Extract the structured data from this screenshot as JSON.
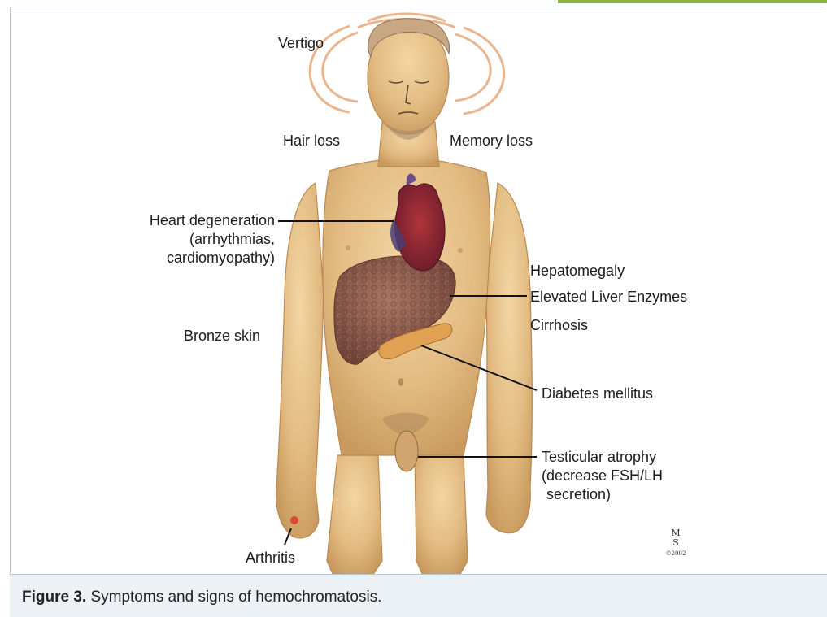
{
  "colors": {
    "top_accent": "#8db13d",
    "caption_band": "#ecf1f6",
    "frame_border": "#b9c6d3",
    "skin": "#e6c28a"
  },
  "labels": {
    "vertigo": "Vertigo",
    "hair_loss": "Hair loss",
    "memory_loss": "Memory loss",
    "heart_1": "Heart degeneration",
    "heart_2": "(arrhythmias,",
    "heart_3": "cardiomyopathy)",
    "hepatomegaly": "Hepatomegaly",
    "elevated_liver": "Elevated Liver Enzymes",
    "cirrhosis": "Cirrhosis",
    "bronze_skin": "Bronze skin",
    "diabetes": "Diabetes mellitus",
    "testicular_1": "Testicular atrophy",
    "testicular_2": "(decrease FSH/LH",
    "testicular_3": "secretion)",
    "arthritis": "Arthritis"
  },
  "caption": {
    "label": "Figure 3.",
    "text": " Symptoms and signs of hemochromatosis."
  }
}
